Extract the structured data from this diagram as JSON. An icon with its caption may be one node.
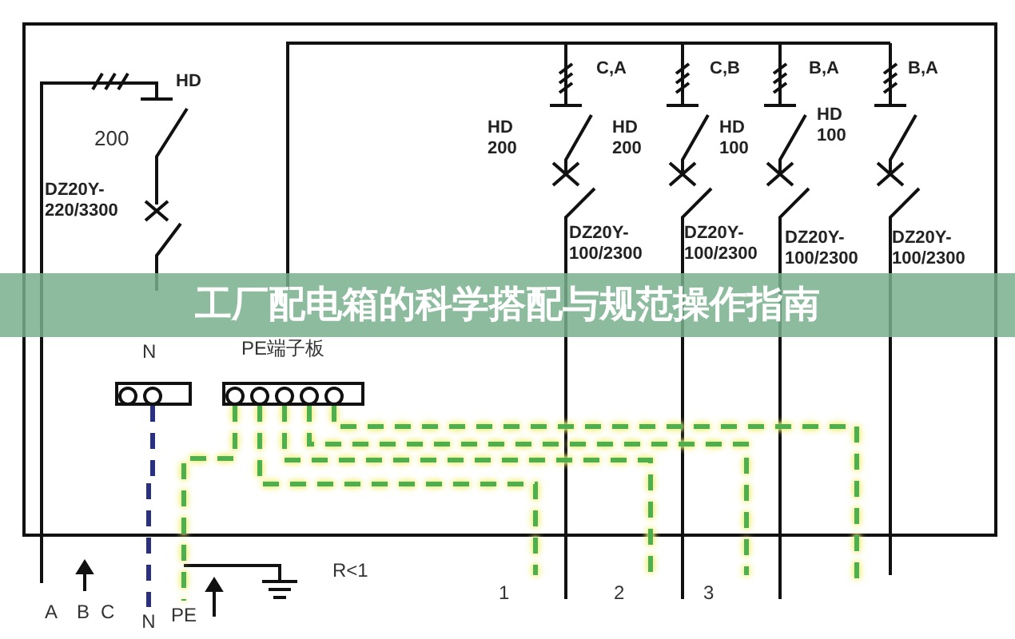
{
  "diagram": {
    "title": "工厂配电箱的科学搭配与规范操作指南",
    "nodes": [
      {
        "text": [
          "N"
        ]
      },
      {
        "text": [
          "PE端子板"
        ]
      },
      {
        "text": [
          "N"
        ]
      },
      {
        "text": [
          "PE"
        ]
      },
      {
        "text": [
          "1"
        ]
      },
      {
        "text": [
          "2"
        ]
      },
      {
        "text": [
          "3"
        ]
      }
    ],
    "edges": [
      {
        "from": 0,
        "to": 2,
        "arrow": "none",
        "style": "dashed",
        "color": "#2b2f7f"
      },
      {
        "from": 1,
        "to": 3,
        "arrow": "none",
        "style": "dashed"
      },
      {
        "from": 1,
        "to": 4,
        "arrow": "none",
        "style": "dashed"
      },
      {
        "from": 1,
        "to": 5,
        "arrow": "none",
        "style": "dashed"
      },
      {
        "from": 1,
        "to": 6,
        "arrow": "none",
        "style": "dashed"
      },
      {
        "from": 1,
        "to": null,
        "arrow": "none",
        "style": "dashed"
      }
    ],
    "labels": [
      "HD",
      "200",
      "DZ20Y- 220/3300",
      "C,A",
      "C,B",
      "B,A",
      "B,A",
      "HD 200",
      "HD 200",
      "HD 100",
      "HD 100",
      "DZ20Y- 100/2300",
      "DZ20Y- 100/2300",
      "DZ20Y- 100/2300",
      "DZ20Y- 100/2300",
      "A",
      "B",
      "C",
      "R<1"
    ]
  }
}
